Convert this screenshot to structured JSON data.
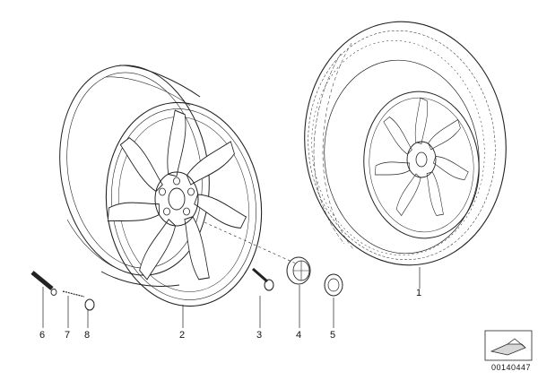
{
  "diagram": {
    "callouts": [
      {
        "id": "rim",
        "label": "2"
      },
      {
        "id": "tire",
        "label": "1"
      },
      {
        "id": "bolt",
        "label": "3"
      },
      {
        "id": "hubcap",
        "label": "4"
      },
      {
        "id": "emblem",
        "label": "5"
      },
      {
        "id": "valve",
        "label": "6"
      },
      {
        "id": "valve-core",
        "label": "7"
      },
      {
        "id": "valve-cap",
        "label": "8"
      }
    ],
    "part_number": "00140447"
  },
  "colors": {
    "line": "#222222",
    "background": "#ffffff"
  }
}
